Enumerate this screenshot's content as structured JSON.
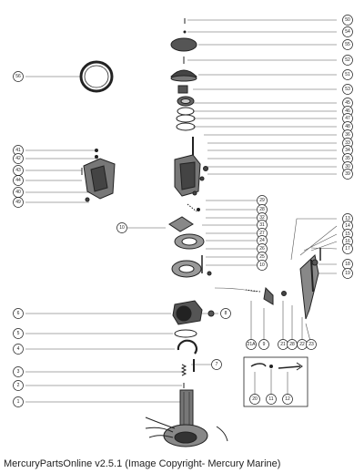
{
  "caption": "MercuryPartsOnline v2.5.1 (Image Copyright- Mercury Marine)",
  "callouts": {
    "c50": "50",
    "c54": "54",
    "c55": "55",
    "c52": "52",
    "c51": "51",
    "c53": "53",
    "c45": "45",
    "c46": "46",
    "c47": "47",
    "c48": "48",
    "c36": "36",
    "c33": "33",
    "c34": "34",
    "c35": "35",
    "c30": "30",
    "c39": "39",
    "c56": "56",
    "c41": "41",
    "c42": "42",
    "c43": "43",
    "c44": "44",
    "c40": "40",
    "c49": "49",
    "c29": "29",
    "c28": "28",
    "c32": "32",
    "c31": "31",
    "c27": "27",
    "c24": "24",
    "c26": "26",
    "c25": "25",
    "c10": "10",
    "c13": "13",
    "c14": "14",
    "c15": "15",
    "c16": "16",
    "c17": "17",
    "c18": "18",
    "c19": "19",
    "c6": "6",
    "c8": "8",
    "c5": "5",
    "c4": "4",
    "c3": "3",
    "c7": "7",
    "c2": "2",
    "c1": "1",
    "c21A": "21A",
    "c9": "9",
    "c21": "21",
    "c28b": "28",
    "c22": "22",
    "c23": "23",
    "c20": "20",
    "c11": "11",
    "c12": "12"
  }
}
